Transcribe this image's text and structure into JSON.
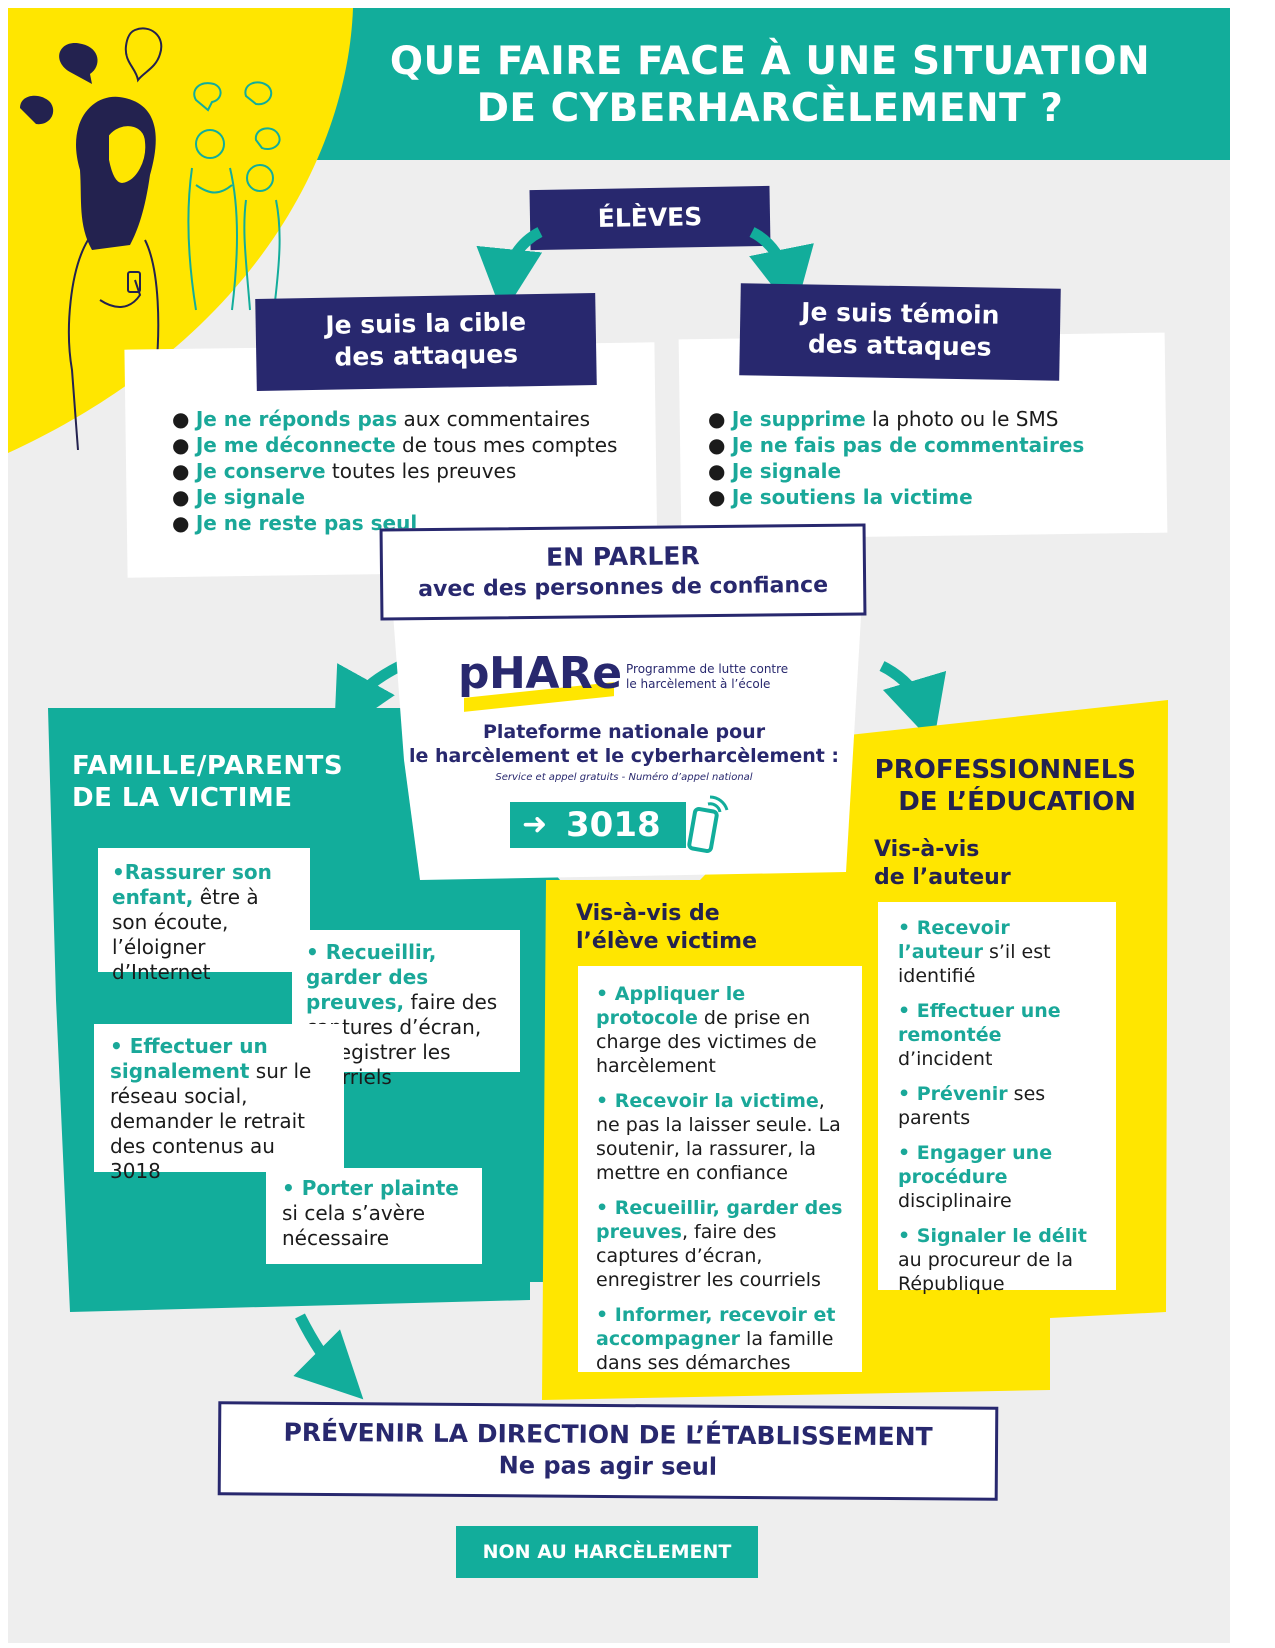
{
  "title": {
    "line1": "QUE FAIRE FACE À UNE SITUATION",
    "line2": "DE CYBERHARCÈLEMENT ?"
  },
  "students": {
    "label": "ÉLÈVES"
  },
  "target": {
    "title_l1": "Je suis la cible",
    "title_l2": "des attaques",
    "items": [
      {
        "hl": "Je ne réponds pas",
        "rest": " aux commentaires"
      },
      {
        "hl": "Je me déconnecte",
        "rest": " de tous mes comptes"
      },
      {
        "hl": "Je conserve",
        "rest": " toutes les preuves"
      },
      {
        "hl": "Je signale",
        "rest": ""
      },
      {
        "hl": "Je ne reste pas seul",
        "rest": ""
      }
    ]
  },
  "witness": {
    "title_l1": "Je suis témoin",
    "title_l2": "des attaques",
    "items": [
      {
        "hl": "Je supprime",
        "rest": " la photo ou le SMS"
      },
      {
        "hl": "Je ne fais pas de commentaires",
        "rest": ""
      },
      {
        "hl": "Je signale",
        "rest": ""
      },
      {
        "hl": "Je soutiens la victime",
        "rest": ""
      }
    ]
  },
  "talk": {
    "line1": "EN PARLER",
    "line2": "avec des personnes de confiance"
  },
  "phare": {
    "logo": "pHARe",
    "tag_l1": "Programme de lutte contre",
    "tag_l2": "le harcèlement à l’école",
    "platform_l1": "Plateforme nationale pour",
    "platform_l2": "le harcèlement et le cyberharcèlement :",
    "note": "Service et appel gratuits - Numéro d’appel national",
    "number": "3018"
  },
  "family": {
    "title_l1": "FAMILLE/PARENTS",
    "title_l2": "DE LA VICTIME",
    "card1": {
      "hl": "•Rassurer son enfant,",
      "rest": " être à son écoute, l’éloigner d’Internet"
    },
    "card2": {
      "hl": "• Recueillir, garder des preuves,",
      "rest": " faire des captures d’écran, enregistrer les courriels"
    },
    "card3": {
      "hl": "• Effectuer un signalement",
      "rest": " sur le réseau social, demander le retrait des contenus au 3018"
    },
    "card4": {
      "hl": "• Porter plainte",
      "rest": " si cela s’avère nécessaire"
    }
  },
  "pros": {
    "title_l1": "PROFESSIONNELS",
    "title_l2": "DE L’ÉDUCATION",
    "victim_l1": "Vis-à-vis de",
    "victim_l2": "l’élève victime",
    "victim_items": [
      {
        "hl": "• Appliquer le protocole",
        "rest": " de prise en charge des victimes de harcèlement"
      },
      {
        "hl": "• Recevoir la victime",
        "rest": ", ne pas la laisser seule. La soutenir, la rassurer, la mettre en confiance"
      },
      {
        "hl": "• Recueillir, garder des preuves",
        "rest": ", faire des captures d’écran, enregistrer les courriels"
      },
      {
        "hl": "• Informer, recevoir et accompagner",
        "rest": " la famille dans ses démarches"
      }
    ],
    "author_l1": "Vis-à-vis",
    "author_l2": "de l’auteur",
    "author_items": [
      {
        "hl": "• Recevoir l’auteur",
        "rest": " s’il est identifié"
      },
      {
        "hl": "• Effectuer une remontée",
        "rest": " d’incident"
      },
      {
        "hl": "• Prévenir",
        "rest": " ses parents"
      },
      {
        "hl": "• Engager une procédure",
        "rest": " disciplinaire"
      },
      {
        "hl": "• Signaler le délit",
        "rest": " au procureur de la République"
      }
    ]
  },
  "direction": {
    "line1": "PRÉVENIR LA DIRECTION DE L’ÉTABLISSEMENT",
    "line2": "Ne pas agir seul"
  },
  "footer": {
    "label": "NON AU HARCÈLEMENT"
  },
  "colors": {
    "teal": "#12ad9b",
    "yellow": "#ffe600",
    "navy": "#28286e",
    "grey": "#eeeeee"
  }
}
